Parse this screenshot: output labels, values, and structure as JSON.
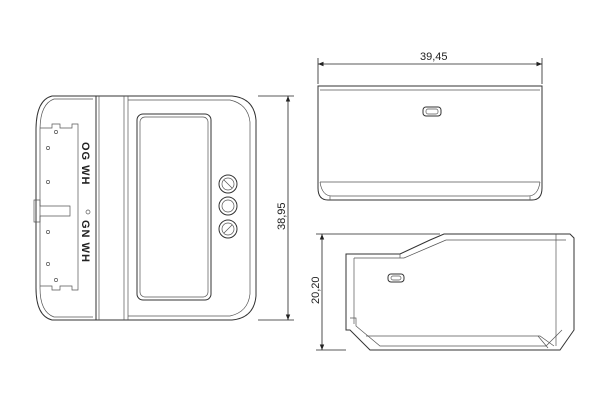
{
  "dimensions": {
    "width": "39,45",
    "height": "38,95",
    "depth": "20,20"
  },
  "terminals": {
    "upper": "OG WH",
    "lower": "GN WH"
  }
}
